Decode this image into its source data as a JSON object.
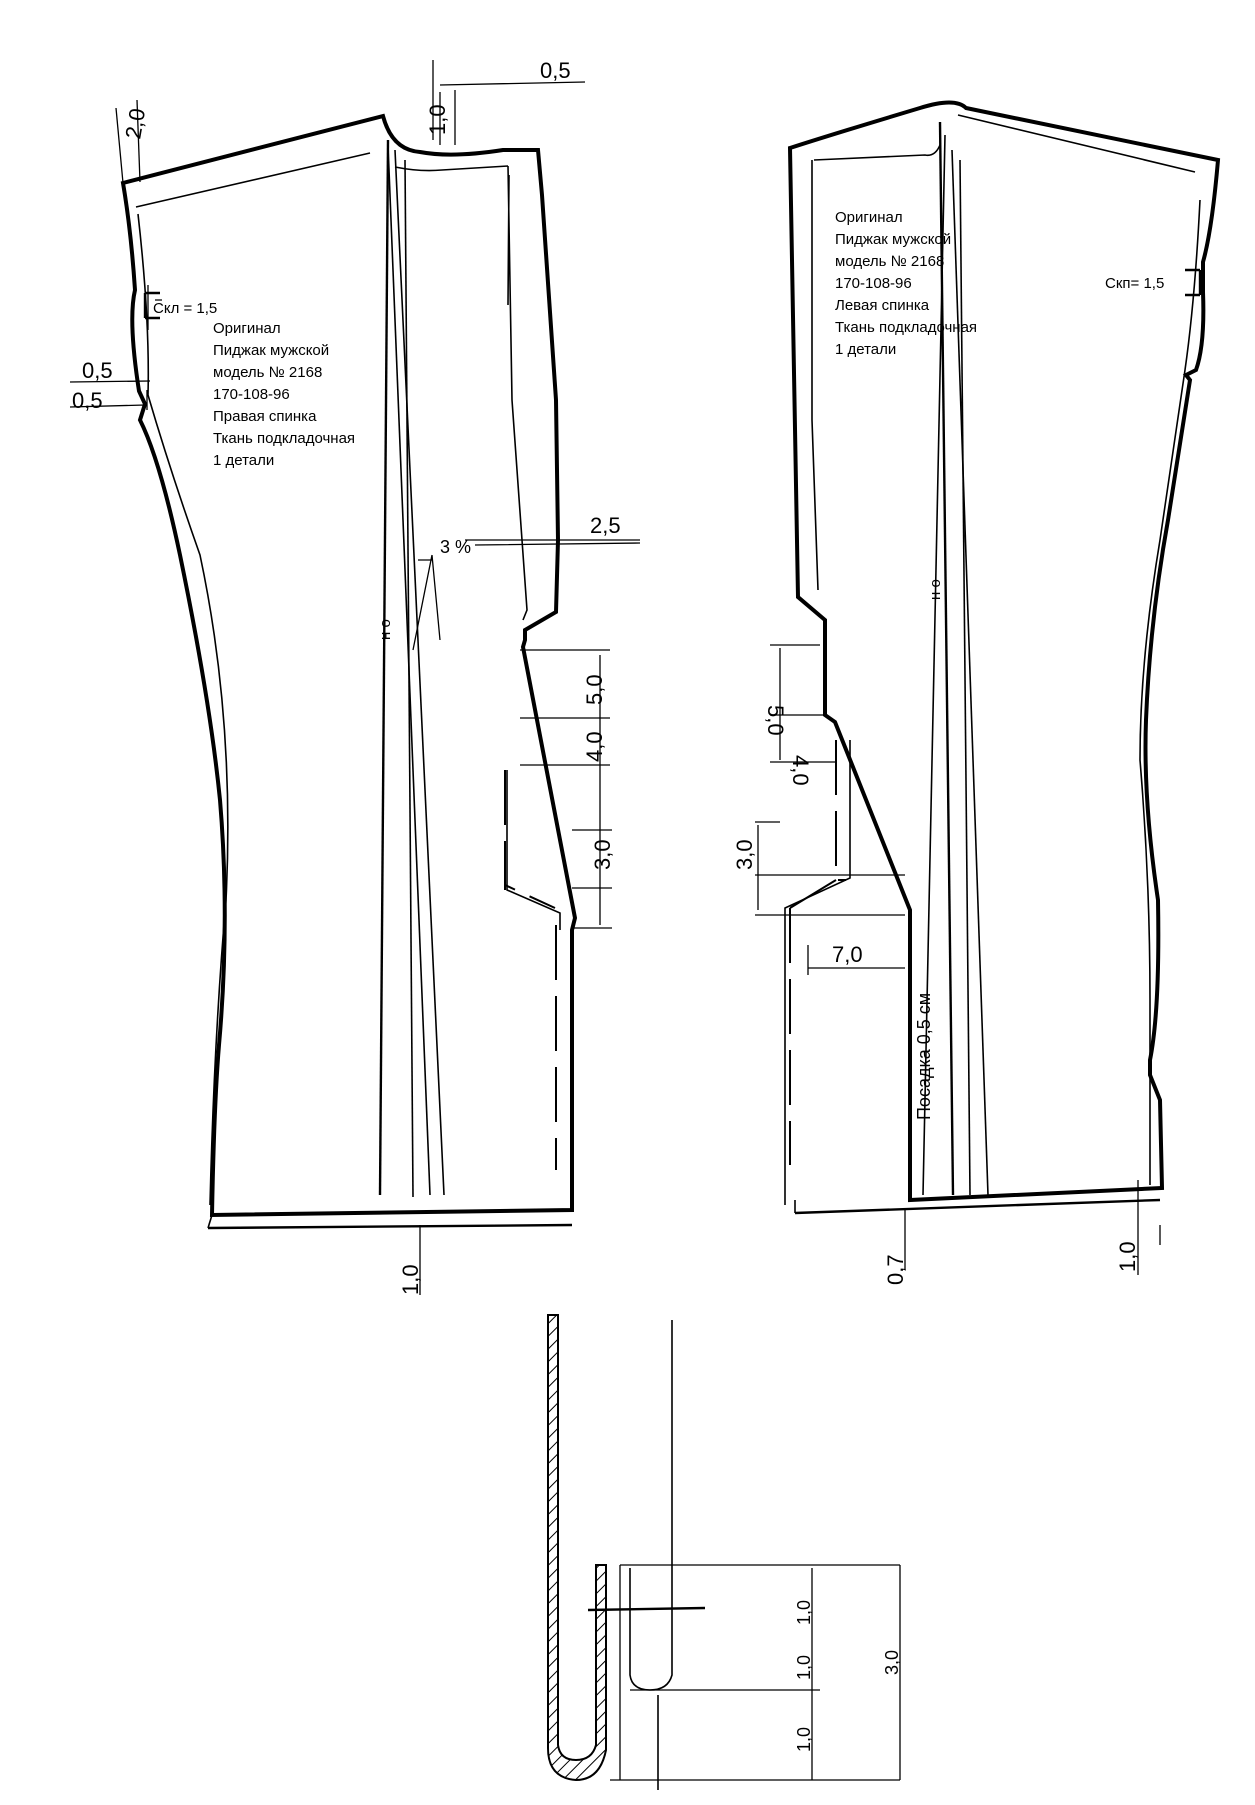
{
  "right_back": {
    "label_lines": [
      "Оригинал",
      "Пиджак мужской",
      "модель № 2168",
      "170-108-96",
      "Правая спинка",
      "Ткань подкладочная",
      "1 детали"
    ],
    "pleat_note": "Скл = 1,5",
    "grain_mark": "н о",
    "dims": {
      "shoulder": "2,0",
      "neck_top": "1,0",
      "neck_offset": "0,5",
      "side_a": "0,5",
      "side_b": "0,5",
      "percent": "3 %",
      "vent_top": "2,5",
      "vent_a": "5,0",
      "vent_b": "4,0",
      "vent_c": "3,0",
      "hem": "1,0"
    }
  },
  "left_back": {
    "label_lines": [
      "Оригинал",
      "Пиджак мужской",
      "модель № 2168",
      "170-108-96",
      "Левая спинка",
      "Ткань подкладочная",
      "1 детали"
    ],
    "pleat_note": "Скп= 1,5",
    "grain_mark": "н о",
    "dims": {
      "vent_a": "5,0",
      "vent_b": "4,0",
      "vent_c": "3,0",
      "vent_width": "7,0",
      "ease_note": "Посадка 0,5 см",
      "hem_left": "0,7",
      "hem_right": "1,0"
    }
  },
  "detail": {
    "dims": {
      "top": "1,0",
      "middle": "1,0",
      "bottom": "1,0",
      "total": "3,0"
    }
  }
}
